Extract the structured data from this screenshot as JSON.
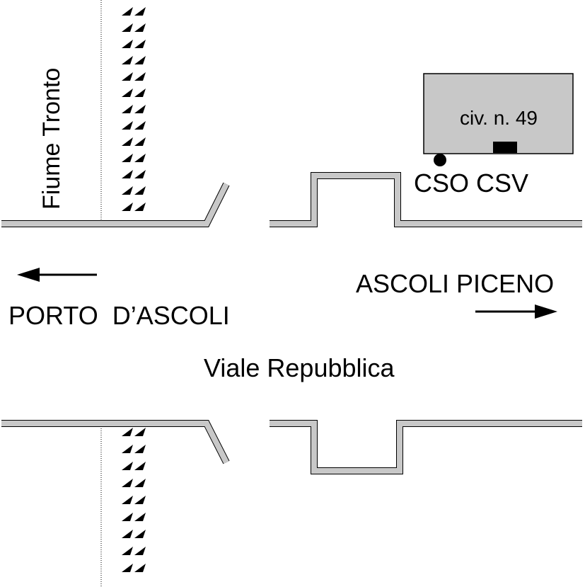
{
  "colors": {
    "road_edge_fill": "#c8c8c8",
    "road_edge_stroke": "#000000",
    "building_fill": "#c8c8c8",
    "ink": "#000000"
  },
  "labels": {
    "river": "Fiume Tronto",
    "building": "civ. n. 49",
    "center": "CSO CSV",
    "direction_left": "PORTO  D’ASCOLI",
    "direction_right": "ASCOLI PICENO",
    "street": "Viale Repubblica"
  },
  "icons": {
    "left_arrow": "arrow-left-icon",
    "right_arrow": "arrow-right-icon",
    "entrance": "entrance-marker-icon",
    "location": "location-dot-icon"
  }
}
